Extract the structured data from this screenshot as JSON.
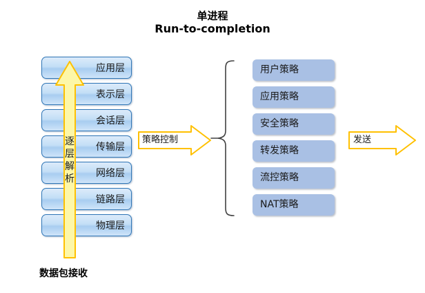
{
  "title": {
    "line1": "单进程",
    "line2": "Run-to-completion"
  },
  "osi_stack": {
    "caption": "数据包接收",
    "layers": [
      {
        "label": "应用层"
      },
      {
        "label": "表示层"
      },
      {
        "label": "会话层"
      },
      {
        "label": "传输层"
      },
      {
        "label": "网络层"
      },
      {
        "label": "链路层"
      },
      {
        "label": "物理层"
      }
    ]
  },
  "up_arrow": {
    "chars": [
      "逐",
      "层",
      "解",
      "析"
    ],
    "text": "逐层解析"
  },
  "policy_arrow": {
    "label": "策略控制"
  },
  "send_arrow": {
    "label": "发送"
  },
  "policies": [
    {
      "label": "用户策略"
    },
    {
      "label": "应用策略"
    },
    {
      "label": "安全策略"
    },
    {
      "label": "转发策略"
    },
    {
      "label": "流控策略"
    },
    {
      "label": "NAT策略"
    }
  ],
  "colors": {
    "layer_border": "#2e75b6",
    "layer_fill_top": "#dcebfa",
    "layer_fill_bottom": "#a8cdf0",
    "policy_fill": "#a9c0e4",
    "arrow_border": "#ffc000",
    "arrow_fill": "#fdf7a8",
    "arrow_fill_white": "#ffffff",
    "brace_stroke": "#404040",
    "text": "#1a1a1a",
    "background": "#ffffff"
  }
}
